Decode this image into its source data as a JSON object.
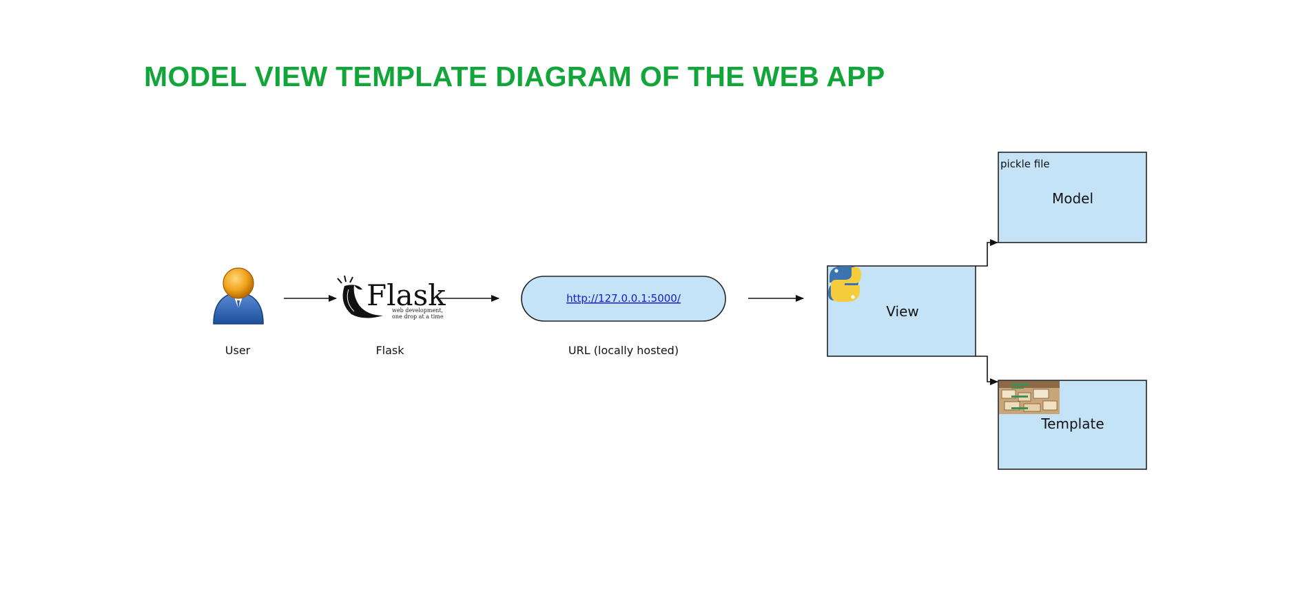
{
  "title": "MODEL VIEW TEMPLATE DIAGRAM OF THE WEB APP",
  "colors": {
    "title": "#12a63a",
    "box_fill": "#c5e3f6",
    "box_stroke": "#222222",
    "link": "#1a1acc"
  },
  "nodes": {
    "user": {
      "label": "User",
      "icon": "user-icon"
    },
    "flask": {
      "label": "Flask",
      "logo_word": "Flask",
      "logo_tagline_1": "web development,",
      "logo_tagline_2": "one drop at a time",
      "icon": "flask-logo"
    },
    "url": {
      "link": "http://127.0.0.1:5000/",
      "label": "URL (locally hosted)"
    },
    "view": {
      "label": "View",
      "icon": "python-logo-icon"
    },
    "model": {
      "label": "Model",
      "tag": "pickle file"
    },
    "template": {
      "label": "Template",
      "icon": "template-thumbnail"
    }
  }
}
